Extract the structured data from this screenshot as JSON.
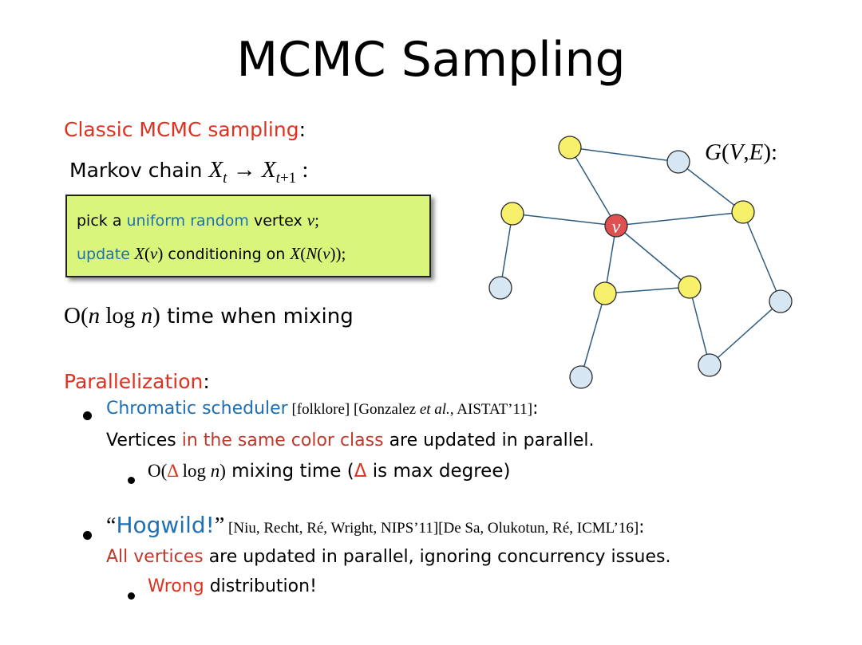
{
  "title": "MCMC Sampling",
  "classic": {
    "heading": "Classic MCMC sampling",
    "colon": ":",
    "markov_label": "Markov chain ",
    "markov_math": "X_t → X_{t+1} :"
  },
  "box": {
    "line1_a": "pick a ",
    "line1_b": "uniform random",
    "line1_c": " vertex ",
    "line1_d": "v",
    "line1_e": ";",
    "line2_a": "update",
    "line2_b": " X(v)",
    "line2_c": " conditioning on ",
    "line2_d": "X(N(v))",
    "line2_e": ";"
  },
  "time": {
    "math": "O(n log n)",
    "text": " time when mixing"
  },
  "graph": {
    "label": "G(V,E):",
    "center_label": "v",
    "colors": {
      "yellow": "#f7f06a",
      "blue": "#d6e6f3",
      "red": "#e05050",
      "edge": "#2c5c80"
    }
  },
  "parallel": {
    "heading": "Parallelization",
    "colon": ":",
    "b1_name": "Chromatic scheduler",
    "b1_cite": " [folklore] [Gonzalez et al., AISTAT’11]",
    "b1_colon": ":",
    "b1_line2_a": "Vertices ",
    "b1_line2_b": "in the same color class",
    "b1_line2_c": " are updated in parallel.",
    "b1_sub_math_a": "O(",
    "b1_sub_delta": "Δ",
    "b1_sub_math_b": " log n)",
    "b1_sub_text_a": " mixing time (",
    "b1_sub_delta2": "Δ",
    "b1_sub_text_b": " is max degree)",
    "b2_quote_open": "“",
    "b2_name": "Hogwild!",
    "b2_quote_close": "”",
    "b2_cite": " [Niu, Recht, Ré, Wright, NIPS’11][De Sa, Olukotun, Ré, ICML’16]",
    "b2_colon": ":",
    "b2_line2_a": "All vertices",
    "b2_line2_b": " are updated in parallel, ignoring concurrency issues.",
    "b2_sub_a": "Wrong",
    "b2_sub_b": " distribution!"
  }
}
